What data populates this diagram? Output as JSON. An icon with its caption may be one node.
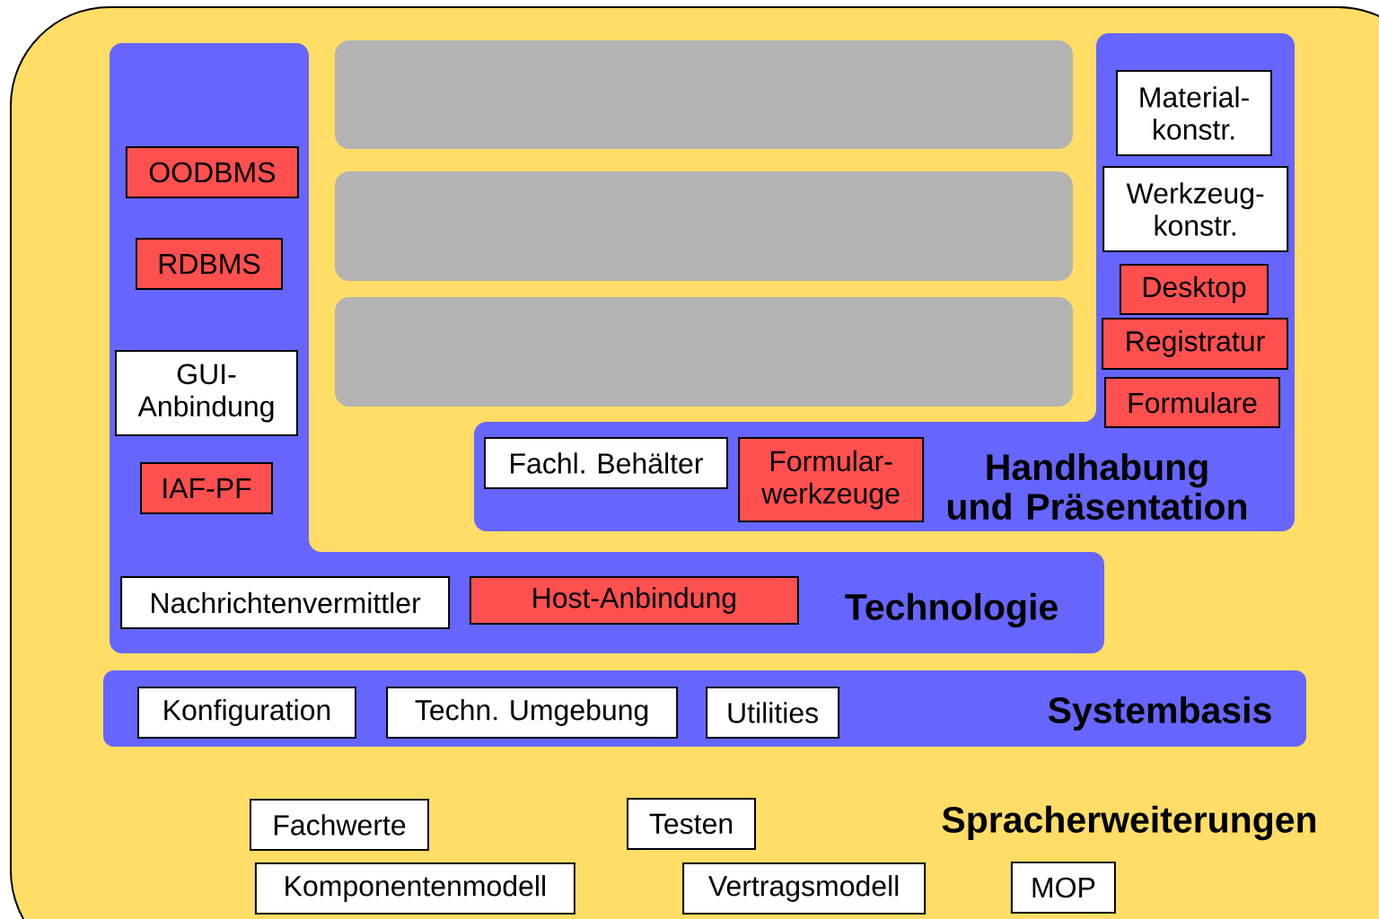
{
  "diagram": {
    "nodes": [
      {
        "text": [
          "Spracherweiterungen"
        ]
      },
      {
        "text": [
          "Technologie"
        ],
        "in": 0
      },
      {
        "text": [
          "OODBMS"
        ],
        "in": 1
      },
      {
        "text": [
          "RDBMS"
        ],
        "in": 1
      },
      {
        "text": [
          "GUI- Anbindung"
        ],
        "in": 1
      },
      {
        "text": [
          "IAF-PF"
        ],
        "in": 1
      },
      {
        "text": [
          "Nachrichtenvermittler"
        ],
        "in": 1
      },
      {
        "text": [
          "Host-Anbindung"
        ],
        "in": 1
      },
      {
        "text": [],
        "shape": "box",
        "in": 0
      },
      {
        "text": [],
        "shape": "box",
        "in": 0
      },
      {
        "text": [],
        "shape": "box",
        "in": 0
      },
      {
        "text": [
          "Handhabung und Präsentation"
        ],
        "in": 0
      },
      {
        "text": [
          "Material- konstr."
        ],
        "in": 11
      },
      {
        "text": [
          "Werkzeug- konstr."
        ],
        "in": 11
      },
      {
        "text": [
          "Desktop"
        ],
        "in": 11
      },
      {
        "text": [
          "Registratur"
        ],
        "in": 11
      },
      {
        "text": [
          "Formulare"
        ],
        "in": 11
      },
      {
        "text": [
          "Fachl. Behälter"
        ],
        "in": 11
      },
      {
        "text": [
          "Formular- werkzeuge"
        ],
        "in": 11
      },
      {
        "text": [
          "Systembasis"
        ],
        "in": 0
      },
      {
        "text": [
          "Konfiguration"
        ],
        "in": 19
      },
      {
        "text": [
          "Techn. Umgebung"
        ],
        "in": 19
      },
      {
        "text": [
          "Utilities"
        ],
        "in": 19
      },
      {
        "text": [
          "Fachwerte"
        ],
        "in": 0
      },
      {
        "text": [
          "Testen"
        ],
        "in": 0
      },
      {
        "text": [
          "Komponentenmodell"
        ],
        "in": 0
      },
      {
        "text": [
          "Vertragsmodell"
        ],
        "in": 0
      },
      {
        "text": [
          "MOP"
        ],
        "in": 0
      }
    ]
  }
}
